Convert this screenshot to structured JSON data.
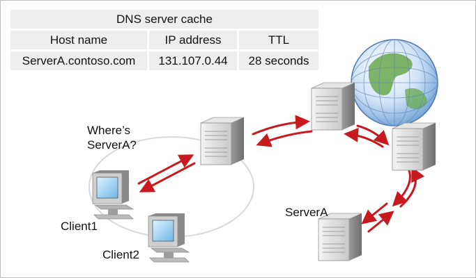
{
  "cache_table": {
    "title": "DNS server cache",
    "headers": [
      "Host name",
      "IP address",
      "TTL"
    ],
    "row": [
      "ServerA.contoso.com",
      "131.107.0.44",
      "28 seconds"
    ]
  },
  "labels": {
    "query_line1": "Where’s",
    "query_line2": "ServerA?",
    "client1": "Client1",
    "client2": "Client2",
    "server_a": "ServerA"
  },
  "colors": {
    "arrow": "#c8191e",
    "ring": "#d9d9d9",
    "table_fill": "#eeeeee"
  }
}
